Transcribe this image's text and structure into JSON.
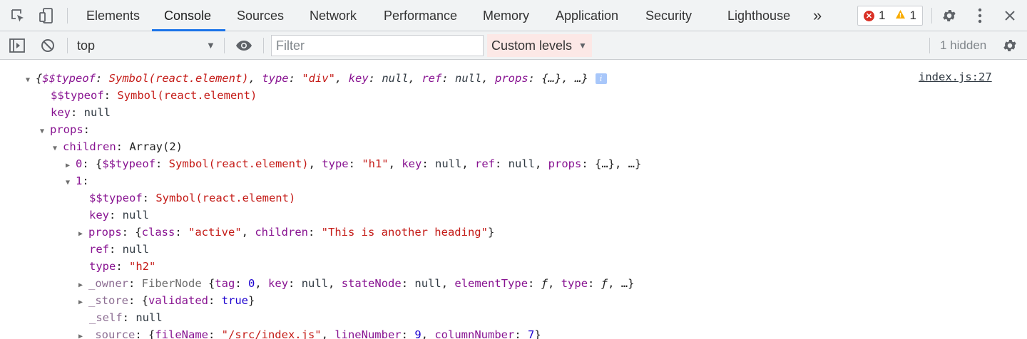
{
  "tabs": [
    "Elements",
    "Console",
    "Sources",
    "Network",
    "Performance",
    "Memory",
    "Application",
    "Security",
    "Lighthouse"
  ],
  "active_tab": "Console",
  "more_tabs": "»",
  "issues": {
    "errors": "1",
    "warnings": "1"
  },
  "toolbar": {
    "context": "top",
    "filter_placeholder": "Filter",
    "levels": "Custom levels",
    "hidden": "1 hidden"
  },
  "source_link": "index.js:27",
  "colors": {
    "accent": "#1a73e8",
    "key": "#881391",
    "string": "#c41a16",
    "number": "#1c00cf",
    "levels_bg": "#fce8e6"
  },
  "icons": [
    "inspect-element-icon",
    "device-toolbar-icon",
    "more-tabs-icon",
    "error-icon",
    "warning-icon",
    "settings-icon",
    "kebab-menu-icon",
    "close-icon",
    "sidebar-toggle-icon",
    "clear-console-icon",
    "dropdown-arrow-icon",
    "eye-icon",
    "info-icon",
    "expand-arrow-icon",
    "collapse-arrow-icon"
  ],
  "tree": {
    "root": {
      "open": "{",
      "k1": "$$typeof",
      "v1": "Symbol(react.element)",
      "k2": "type",
      "v2": "\"div\"",
      "k3": "key",
      "v3": "null",
      "k4": "ref",
      "v4": "null",
      "k5": "props",
      "v5": "{…}",
      "tail": "…}"
    },
    "l1": {
      "k": "$$typeof",
      "v": "Symbol(react.element)"
    },
    "l2": {
      "k": "key",
      "v": "null"
    },
    "l3": {
      "k": "props"
    },
    "l4": {
      "k": "children",
      "v": "Array(2)"
    },
    "l5": {
      "k": "0",
      "k1": "$$typeof",
      "v1": "Symbol(react.element)",
      "k2": "type",
      "v2": "\"h1\"",
      "k3": "key",
      "v3": "null",
      "k4": "ref",
      "v4": "null",
      "k5": "props",
      "v5": "{…}",
      "tail": "…}"
    },
    "l6": {
      "k": "1"
    },
    "l7": {
      "k": "$$typeof",
      "v": "Symbol(react.element)"
    },
    "l8": {
      "k": "key",
      "v": "null"
    },
    "l9": {
      "k": "props",
      "k1": "class",
      "v1": "\"active\"",
      "k2": "children",
      "v2": "\"This is another heading\""
    },
    "l10": {
      "k": "ref",
      "v": "null"
    },
    "l11": {
      "k": "type",
      "v": "\"h2\""
    },
    "l12": {
      "k": "_owner",
      "cls": "FiberNode",
      "k1": "tag",
      "v1": "0",
      "k2": "key",
      "v2": "null",
      "k3": "stateNode",
      "v3": "null",
      "k4": "elementType",
      "v4": "ƒ",
      "k5": "type",
      "v5": "ƒ",
      "tail": "…}"
    },
    "l13": {
      "k": "_store",
      "k1": "validated",
      "v1": "true"
    },
    "l14": {
      "k": "_self",
      "v": "null"
    },
    "l15": {
      "k": "_source",
      "k1": "fileName",
      "v1": "\"/src/index.js\"",
      "k2": "lineNumber",
      "v2": "9",
      "k3": "columnNumber",
      "v3": "7"
    }
  }
}
